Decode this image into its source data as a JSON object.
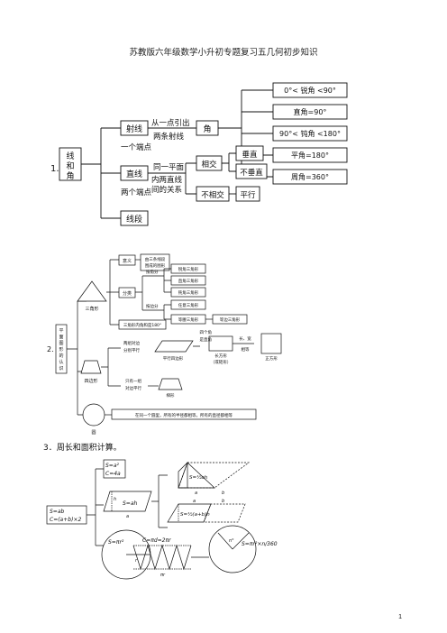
{
  "page": {
    "title": "苏教版六年级数学小升初专题复习五几何初步知识",
    "page_number": "1"
  },
  "section1": {
    "number": "1.",
    "root": "线和角",
    "ray": "射线",
    "line": "直线",
    "segment": "线段",
    "angle": "角",
    "from_point": "从一点引出",
    "two_rays": "两条射线",
    "one_endpoint": "一个端点",
    "two_endpoints": "两个端点",
    "same_plane": "同一平面",
    "relation_line1": "内两直线",
    "relation_line2": "间的关系",
    "intersect": "相交",
    "not_intersect": "不相交",
    "perpendicular": "垂直",
    "not_perpendicular": "不垂直",
    "parallel": "平行",
    "acute": "0°< 锐角 <90°",
    "right": "直角=90°",
    "obtuse": "90°< 钝角 <180°",
    "straight": "平角=180°",
    "round": "周角=360°"
  },
  "section2": {
    "number": "2.",
    "root": "平面图形的认识",
    "triangle": "三角形",
    "quad": "四边形",
    "circle": "圆",
    "definition": "意义",
    "def_text_l1": "由三条线段",
    "def_text_l2": "围成的图形",
    "classify": "分类",
    "by_angle": "按角分",
    "by_side": "按边分",
    "acute_tri": "锐角三角形",
    "right_tri": "直角三角形",
    "obtuse_tri": "钝角三角形",
    "scalene_tri": "任意三角形",
    "isosceles_tri": "等腰三角形",
    "equilateral_tri": "等边三角形",
    "angle_sum": "三角形内角和是180°",
    "two_pairs_l1": "两组对边",
    "two_pairs_l2": "分别平行",
    "parallelogram": "平行四边形",
    "four_right_l1": "四个角",
    "four_right_l2": "是直角",
    "rectangle_l1": "长方形",
    "rectangle_l2": "（或矩形）",
    "length_width_l1": "长、宽",
    "length_width_l2": "相等",
    "square": "正方形",
    "one_pair_l1": "只有一组",
    "one_pair_l2": "对边平行",
    "trapezoid": "梯形",
    "circle_desc": "在同一个圆里，所有的半径都相等，所有的直径都相等"
  },
  "section3": {
    "heading": "3．周长和面积计算。",
    "square_area": "S=a²",
    "square_perim": "C=4a",
    "rect_area": "S=ab",
    "rect_perim": "C=(a+b)×2",
    "para_area": "S=ah",
    "tri_area": "S=½ah",
    "trap_area": "S=½(a+b)h",
    "circle_area": "S=πr²",
    "circle_perim": "C=πd=2πr",
    "sector_area": "S=πr²×n/360",
    "label_a": "a",
    "label_b": "b",
    "label_h": "h",
    "label_r": "r",
    "label_n": "n°",
    "label_pir": "πr"
  }
}
